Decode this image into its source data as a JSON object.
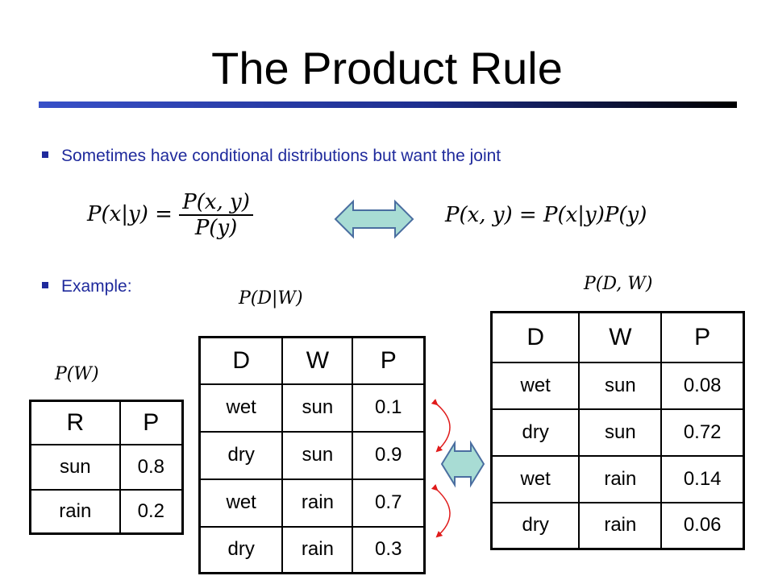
{
  "slide": {
    "title": "The Product Rule",
    "bullets": [
      "Sometimes have conditional distributions but want the joint",
      "Example:"
    ]
  },
  "formulas": {
    "conditional_lhs": "P(x|y) =",
    "conditional_num": "P(x, y)",
    "conditional_den": "P(y)",
    "product_rule": "P(x, y) = P(x|y)P(y)"
  },
  "table_labels": {
    "w": "P(W)",
    "d_given_w": "P(D|W)",
    "joint": "P(D, W)"
  },
  "tables": {
    "w": {
      "headers": [
        "R",
        "P"
      ],
      "rows": [
        [
          "sun",
          "0.8"
        ],
        [
          "rain",
          "0.2"
        ]
      ]
    },
    "d_given_w": {
      "headers": [
        "D",
        "W",
        "P"
      ],
      "rows": [
        [
          "wet",
          "sun",
          "0.1"
        ],
        [
          "dry",
          "sun",
          "0.9"
        ],
        [
          "wet",
          "rain",
          "0.7"
        ],
        [
          "dry",
          "rain",
          "0.3"
        ]
      ]
    },
    "joint": {
      "headers": [
        "D",
        "W",
        "P"
      ],
      "rows": [
        [
          "wet",
          "sun",
          "0.08"
        ],
        [
          "dry",
          "sun",
          "0.72"
        ],
        [
          "wet",
          "rain",
          "0.14"
        ],
        [
          "dry",
          "rain",
          "0.06"
        ]
      ]
    }
  },
  "colors": {
    "bullet_text": "#1f2a9c",
    "arrow_fill": "#a8dcd4",
    "arrow_stroke": "#4a6ea0",
    "curve_arrows": "#e01b1b"
  },
  "icons": [
    "double-headed-arrow-icon",
    "vertical-double-arrow-icon",
    "curved-arrow-icon"
  ]
}
